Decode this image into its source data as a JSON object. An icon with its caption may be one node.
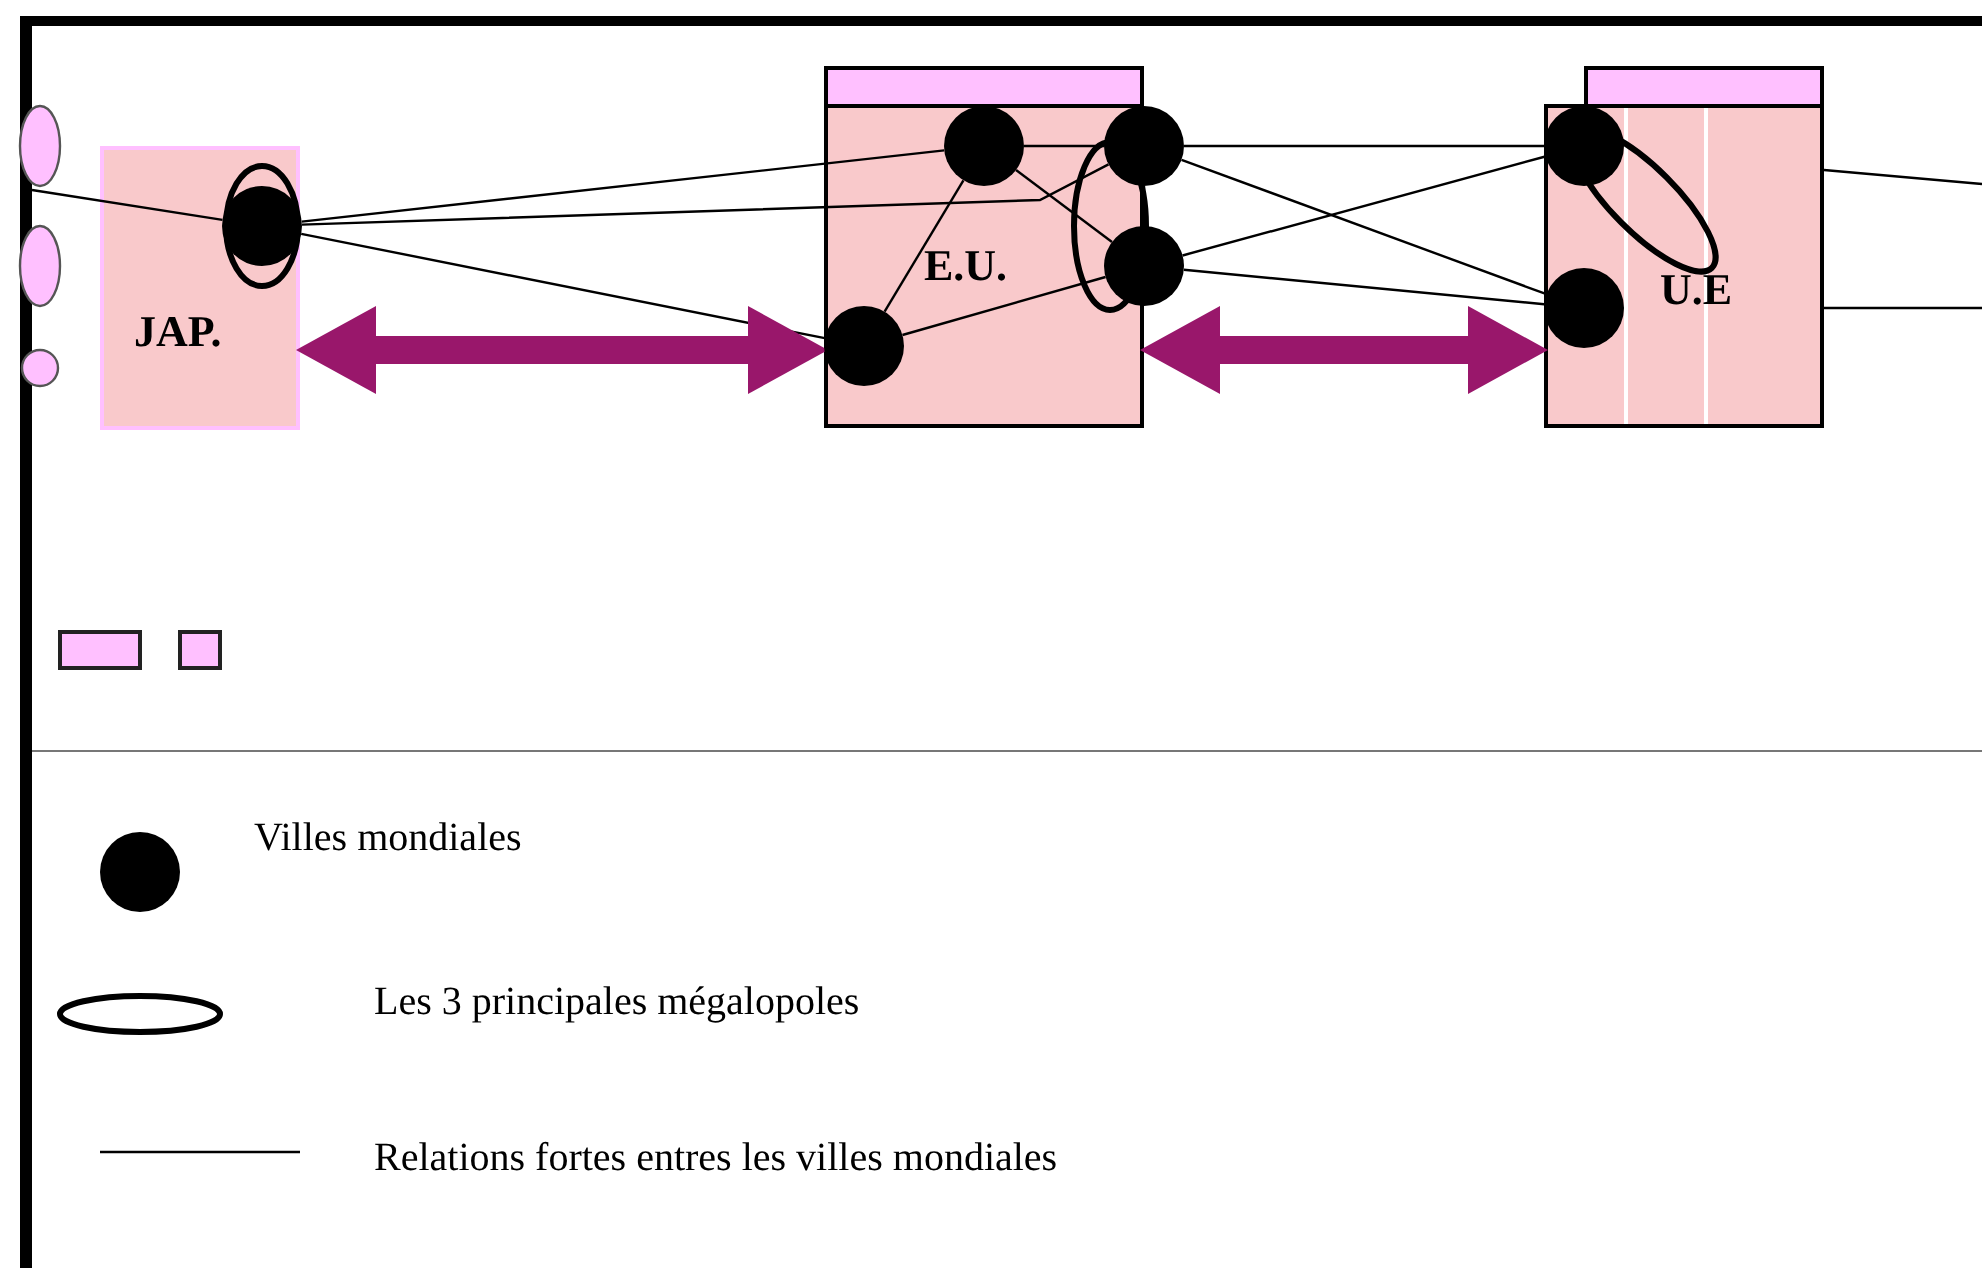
{
  "diagram": {
    "nodes": [
      {
        "text": [
          "JAP."
        ]
      },
      {
        "text": [
          "E.U."
        ]
      },
      {
        "text": [
          "U.E"
        ]
      },
      {
        "text": [],
        "shape": "circle",
        "in": 0
      },
      {
        "text": [],
        "shape": "circle",
        "in": 1
      },
      {
        "text": [],
        "shape": "circle"
      },
      {
        "text": [],
        "shape": "circle"
      },
      {
        "text": [],
        "shape": "circle",
        "in": 1
      },
      {
        "text": [],
        "shape": "circle",
        "in": 2
      },
      {
        "text": [],
        "shape": "circle",
        "in": 2
      }
    ],
    "edges": [
      {
        "from": null,
        "to": 3,
        "arrow": "none"
      },
      {
        "from": 3,
        "to": 4,
        "arrow": "none"
      },
      {
        "from": 3,
        "to": 5,
        "arrow": "none"
      },
      {
        "from": 3,
        "to": 7,
        "arrow": "none"
      },
      {
        "from": 4,
        "to": 5,
        "arrow": "none"
      },
      {
        "from": 4,
        "to": 7,
        "arrow": "none"
      },
      {
        "from": 4,
        "to": 6,
        "arrow": "none"
      },
      {
        "from": 7,
        "to": 6,
        "arrow": "none"
      },
      {
        "from": 5,
        "to": 6,
        "arrow": "none"
      },
      {
        "from": 5,
        "to": 8,
        "arrow": "none"
      },
      {
        "from": 5,
        "to": 9,
        "arrow": "none"
      },
      {
        "from": 6,
        "to": 8,
        "arrow": "none"
      },
      {
        "from": 6,
        "to": 9,
        "arrow": "none"
      },
      {
        "from": 2,
        "to": null,
        "arrow": "none"
      },
      {
        "from": 2,
        "to": null,
        "arrow": "none"
      },
      {
        "from": 0,
        "to": 1,
        "arrow": "both",
        "style": "thick",
        "color": "#99176b"
      },
      {
        "from": 1,
        "to": 2,
        "arrow": "both",
        "style": "thick",
        "color": "#99176b"
      }
    ],
    "legend": [
      {
        "text": "Villes mondiales"
      },
      {
        "text": "Les 3 principales mégalopoles"
      },
      {
        "text": "Relations fortes entres les villes mondiales"
      }
    ]
  }
}
